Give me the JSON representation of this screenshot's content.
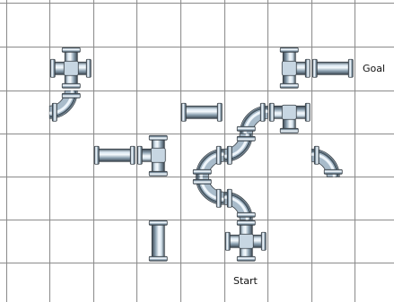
{
  "labels": {
    "goal": "Goal",
    "start": "Start"
  },
  "grid": {
    "columns": 9,
    "rows": 7,
    "line_color": "#8a8a8a",
    "background": "#ffffff"
  },
  "pipe_colors": {
    "highlight": "#eaf3fb",
    "mid": "#9fb4c4",
    "shadow": "#4a5a66",
    "outline": "#333a40"
  },
  "pieces": [
    {
      "id": "cross-r1c1",
      "row": 1,
      "col": 1,
      "type": "cross",
      "rotation": 0
    },
    {
      "id": "tee-r1c6",
      "row": 1,
      "col": 6,
      "type": "tee",
      "rotation": 90
    },
    {
      "id": "straight-r1c7",
      "row": 1,
      "col": 7,
      "type": "straight",
      "rotation": 0
    },
    {
      "id": "elbow-r2c1",
      "row": 2,
      "col": 1,
      "type": "elbow",
      "rotation": 180
    },
    {
      "id": "straight-r2c4",
      "row": 2,
      "col": 4,
      "type": "straight",
      "rotation": 0
    },
    {
      "id": "elbow-r2c5",
      "row": 2,
      "col": 5,
      "type": "elbow",
      "rotation": 0
    },
    {
      "id": "tee-r2c6",
      "row": 2,
      "col": 6,
      "type": "tee",
      "rotation": 180
    },
    {
      "id": "straight-r3c2",
      "row": 3,
      "col": 2,
      "type": "straight",
      "rotation": 0
    },
    {
      "id": "tee-r3c3",
      "row": 3,
      "col": 3,
      "type": "tee",
      "rotation": 270
    },
    {
      "id": "elbow-r3c4",
      "row": 3,
      "col": 4,
      "type": "elbow",
      "rotation": 0
    },
    {
      "id": "elbow-r3c5",
      "row": 3,
      "col": 5,
      "type": "elbow",
      "rotation": 180
    },
    {
      "id": "elbow-r3c7",
      "row": 3,
      "col": 7,
      "type": "elbow",
      "rotation": 90
    },
    {
      "id": "elbow-r4c4",
      "row": 4,
      "col": 4,
      "type": "elbow",
      "rotation": 270
    },
    {
      "id": "elbow-r4c5",
      "row": 4,
      "col": 5,
      "type": "elbow",
      "rotation": 90
    },
    {
      "id": "straight-r5c3",
      "row": 5,
      "col": 3,
      "type": "straight",
      "rotation": 90
    },
    {
      "id": "cross-r5c5",
      "row": 5,
      "col": 5,
      "type": "cross",
      "rotation": 0
    }
  ]
}
